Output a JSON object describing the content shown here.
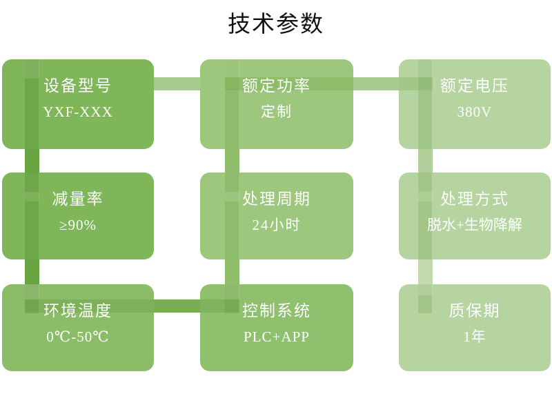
{
  "title": "技术参数",
  "palette": {
    "col1": "#7fb65a",
    "col2": "#97c476",
    "col3": "#b5d4a0",
    "connector_col1": "#6aa544",
    "connector_col2": "#86b85f",
    "connector_col3": "#a8cb90",
    "title_color": "#101010",
    "card_text": "#ffffff",
    "background": "#ffffff"
  },
  "cards": [
    {
      "label": "设备型号",
      "value": "YXF-XXX",
      "column": 1,
      "row": 1
    },
    {
      "label": "额定功率",
      "value": "定制",
      "column": 2,
      "row": 1
    },
    {
      "label": "额定电压",
      "value": "380V",
      "column": 3,
      "row": 1
    },
    {
      "label": "减量率",
      "value": "≥90%",
      "column": 1,
      "row": 2
    },
    {
      "label": "处理周期",
      "value": "24小时",
      "column": 2,
      "row": 2
    },
    {
      "label": "处理方式",
      "value": "脱水+生物降解",
      "column": 3,
      "row": 2
    },
    {
      "label": "环境温度",
      "value": "0℃-50℃",
      "column": 1,
      "row": 3
    },
    {
      "label": "控制系统",
      "value": "PLC+APP",
      "column": 2,
      "row": 3
    },
    {
      "label": "质保期",
      "value": "1年",
      "column": 3,
      "row": 3
    }
  ]
}
